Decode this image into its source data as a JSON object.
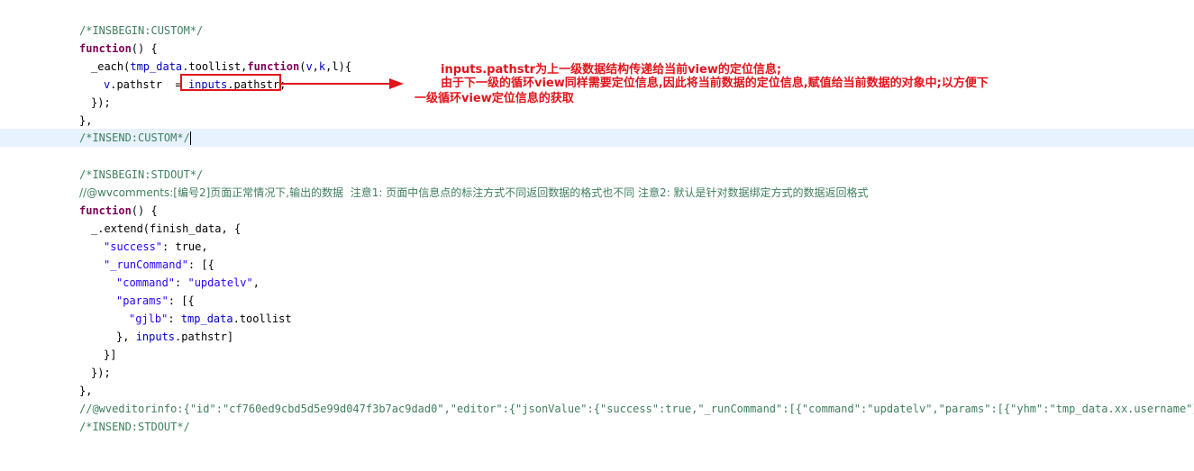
{
  "code": {
    "l1": "/*INSBEGIN:CUSTOM*/",
    "l2_kw": "function",
    "l2_rest": "() {",
    "l3_a": "_each(",
    "l3_b": "tmp_data",
    "l3_c": ".toollist,",
    "l3_kw": "function",
    "l3_d": "(",
    "l3_e": "v",
    "l3_f": ",",
    "l3_g": "k",
    "l3_h": ",l){",
    "l4_a": "v",
    "l4_b": ".pathstr  = ",
    "l4_c": "inputs",
    "l4_d": ".pathstr;",
    "l5": "});",
    "l6": "},",
    "l7": "/*INSEND:CUSTOM*/",
    "l9": "/*INSBEGIN:STDOUT*/",
    "l10": "//@wvcomments:[编号2]页面正常情况下,输出的数据  注意1: 页面中信息点的标注方式不同返回数据的格式也不同 注意2: 默认是针对数据绑定方式的数据返回格式",
    "l11_kw": "function",
    "l11_rest": "() {",
    "l12": "_.extend(finish_data, {",
    "l13_a": "\"success\"",
    "l13_b": ": true,",
    "l14_a": "\"_runCommand\"",
    "l14_b": ": [{",
    "l15_a": "\"command\"",
    "l15_b": ": ",
    "l15_c": "\"updatelv\"",
    "l15_d": ",",
    "l16_a": "\"params\"",
    "l16_b": ": [{",
    "l17_a": "\"gjlb\"",
    "l17_b": ": ",
    "l17_c": "tmp_data",
    "l17_d": ".toollist",
    "l18_a": "}, ",
    "l18_b": "inputs",
    "l18_c": ".pathstr]",
    "l19": "}]",
    "l20": "});",
    "l21": "},",
    "l22": "//@wveditorinfo:{\"id\":\"cf760ed9cbd5d5e99d047f3b7ac9dad0\",\"editor\":{\"jsonValue\":{\"success\":true,\"_runCommand\":[{\"command\":\"updatelv\",\"params\":[{\"yhm\":\"tmp_data.xx.username\"},\"inp",
    "l23": "/*INSEND:STDOUT*/"
  },
  "annotation": {
    "line1": "inputs.pathstr为上一级数据结构传递给当前view的定位信息;",
    "line2": "由于下一级的循环view同样需要定位信息,因此将当前数据的定位信息,赋值给当前数据的对象中;以方便下",
    "line3": "一级循环view定位信息的获取",
    "color": "#e2141c"
  },
  "colors": {
    "keyword": "#7f0055",
    "comment": "#3f7f5f",
    "string": "#2a00ff",
    "variable": "#0000c0",
    "current_line": "#e8f2fe"
  }
}
